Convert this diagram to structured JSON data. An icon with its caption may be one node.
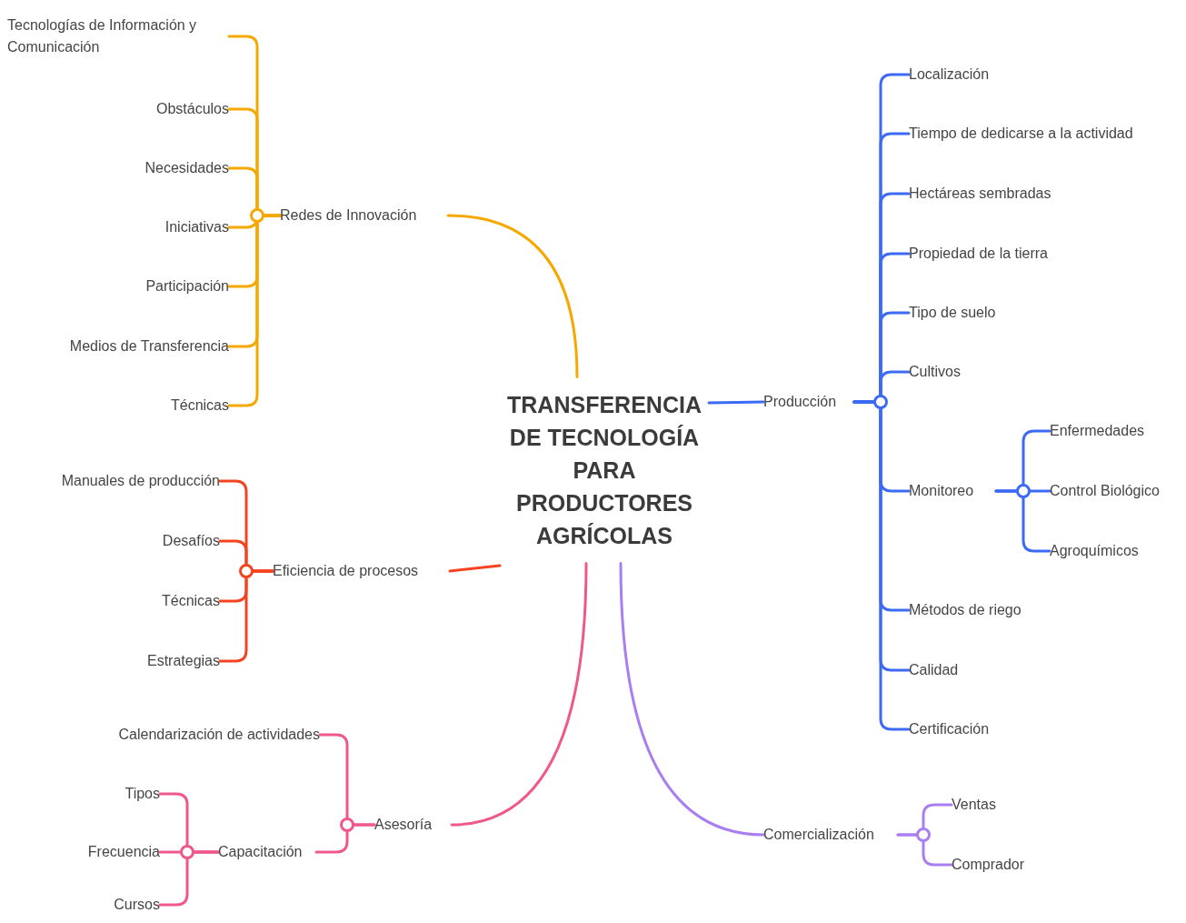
{
  "diagram": {
    "nodes": [
      {
        "text": [
          "TRANSFERENCIA DE TECNOLOGÍA PARA PRODUCTORES AGRÍCOLAS"
        ]
      },
      {
        "text": [
          "Redes de Innovación"
        ]
      },
      {
        "text": [
          "Tecnologías de Información y Comunicación"
        ]
      },
      {
        "text": [
          "Obstáculos"
        ]
      },
      {
        "text": [
          "Necesidades"
        ]
      },
      {
        "text": [
          "Iniciativas"
        ]
      },
      {
        "text": [
          "Participación"
        ]
      },
      {
        "text": [
          "Medios de Transferencia"
        ]
      },
      {
        "text": [
          "Técnicas"
        ]
      },
      {
        "text": [
          "Eficiencia de procesos"
        ]
      },
      {
        "text": [
          "Manuales de producción"
        ]
      },
      {
        "text": [
          "Desafíos"
        ]
      },
      {
        "text": [
          "Técnicas"
        ]
      },
      {
        "text": [
          "Estrategias"
        ]
      },
      {
        "text": [
          "Asesoría"
        ]
      },
      {
        "text": [
          "Calendarización de actividades"
        ]
      },
      {
        "text": [
          "Capacitación"
        ]
      },
      {
        "text": [
          "Tipos"
        ]
      },
      {
        "text": [
          "Frecuencia"
        ]
      },
      {
        "text": [
          "Cursos"
        ]
      },
      {
        "text": [
          "Producción"
        ]
      },
      {
        "text": [
          "Localización"
        ]
      },
      {
        "text": [
          "Tiempo de dedicarse a la actividad"
        ]
      },
      {
        "text": [
          "Hectáreas sembradas"
        ]
      },
      {
        "text": [
          "Propiedad de la tierra"
        ]
      },
      {
        "text": [
          "Tipo de suelo"
        ]
      },
      {
        "text": [
          "Cultivos"
        ]
      },
      {
        "text": [
          "Monitoreo"
        ]
      },
      {
        "text": [
          "Enfermedades"
        ]
      },
      {
        "text": [
          "Control Biológico"
        ]
      },
      {
        "text": [
          "Agroquímicos"
        ]
      },
      {
        "text": [
          "Métodos de riego"
        ]
      },
      {
        "text": [
          "Calidad"
        ]
      },
      {
        "text": [
          "Certificación"
        ]
      },
      {
        "text": [
          "Comercialización"
        ]
      },
      {
        "text": [
          "Ventas"
        ]
      },
      {
        "text": [
          "Comprador"
        ]
      }
    ],
    "edges": [
      {
        "from": 0,
        "to": 1,
        "arrow": "none",
        "color": "#f5a800"
      },
      {
        "from": 1,
        "to": 2,
        "arrow": "none",
        "color": "#f5a800"
      },
      {
        "from": 1,
        "to": 3,
        "arrow": "none",
        "color": "#f5a800"
      },
      {
        "from": 1,
        "to": 4,
        "arrow": "none",
        "color": "#f5a800"
      },
      {
        "from": 1,
        "to": 5,
        "arrow": "none",
        "color": "#f5a800"
      },
      {
        "from": 1,
        "to": 6,
        "arrow": "none",
        "color": "#f5a800"
      },
      {
        "from": 1,
        "to": 7,
        "arrow": "none",
        "color": "#f5a800"
      },
      {
        "from": 1,
        "to": 8,
        "arrow": "none",
        "color": "#f5a800"
      },
      {
        "from": 0,
        "to": 9,
        "arrow": "none",
        "color": "#f5421f"
      },
      {
        "from": 9,
        "to": 10,
        "arrow": "none",
        "color": "#f5421f"
      },
      {
        "from": 9,
        "to": 11,
        "arrow": "none",
        "color": "#f5421f"
      },
      {
        "from": 9,
        "to": 12,
        "arrow": "none",
        "color": "#f5421f"
      },
      {
        "from": 9,
        "to": 13,
        "arrow": "none",
        "color": "#f5421f"
      },
      {
        "from": 0,
        "to": 14,
        "arrow": "none",
        "color": "#f0578c"
      },
      {
        "from": 14,
        "to": 15,
        "arrow": "none",
        "color": "#f0578c"
      },
      {
        "from": 14,
        "to": 16,
        "arrow": "none",
        "color": "#f0578c"
      },
      {
        "from": 16,
        "to": 17,
        "arrow": "none",
        "color": "#f0578c"
      },
      {
        "from": 16,
        "to": 18,
        "arrow": "none",
        "color": "#f0578c"
      },
      {
        "from": 16,
        "to": 19,
        "arrow": "none",
        "color": "#f0578c"
      },
      {
        "from": 0,
        "to": 20,
        "arrow": "none"
      },
      {
        "from": 20,
        "to": 21,
        "arrow": "none"
      },
      {
        "from": 20,
        "to": 22,
        "arrow": "none"
      },
      {
        "from": 20,
        "to": 23,
        "arrow": "none"
      },
      {
        "from": 20,
        "to": 24,
        "arrow": "none"
      },
      {
        "from": 20,
        "to": 25,
        "arrow": "none"
      },
      {
        "from": 20,
        "to": 26,
        "arrow": "none"
      },
      {
        "from": 20,
        "to": 27,
        "arrow": "none"
      },
      {
        "from": 27,
        "to": 28,
        "arrow": "none"
      },
      {
        "from": 27,
        "to": 29,
        "arrow": "none"
      },
      {
        "from": 27,
        "to": 30,
        "arrow": "none"
      },
      {
        "from": 20,
        "to": 31,
        "arrow": "none"
      },
      {
        "from": 20,
        "to": 32,
        "arrow": "none"
      },
      {
        "from": 20,
        "to": 33,
        "arrow": "none"
      },
      {
        "from": 0,
        "to": 34,
        "arrow": "none",
        "color": "#a97ef0"
      },
      {
        "from": 34,
        "to": 35,
        "arrow": "none",
        "color": "#a97ef0"
      },
      {
        "from": 34,
        "to": 36,
        "arrow": "none",
        "color": "#a97ef0"
      }
    ]
  }
}
